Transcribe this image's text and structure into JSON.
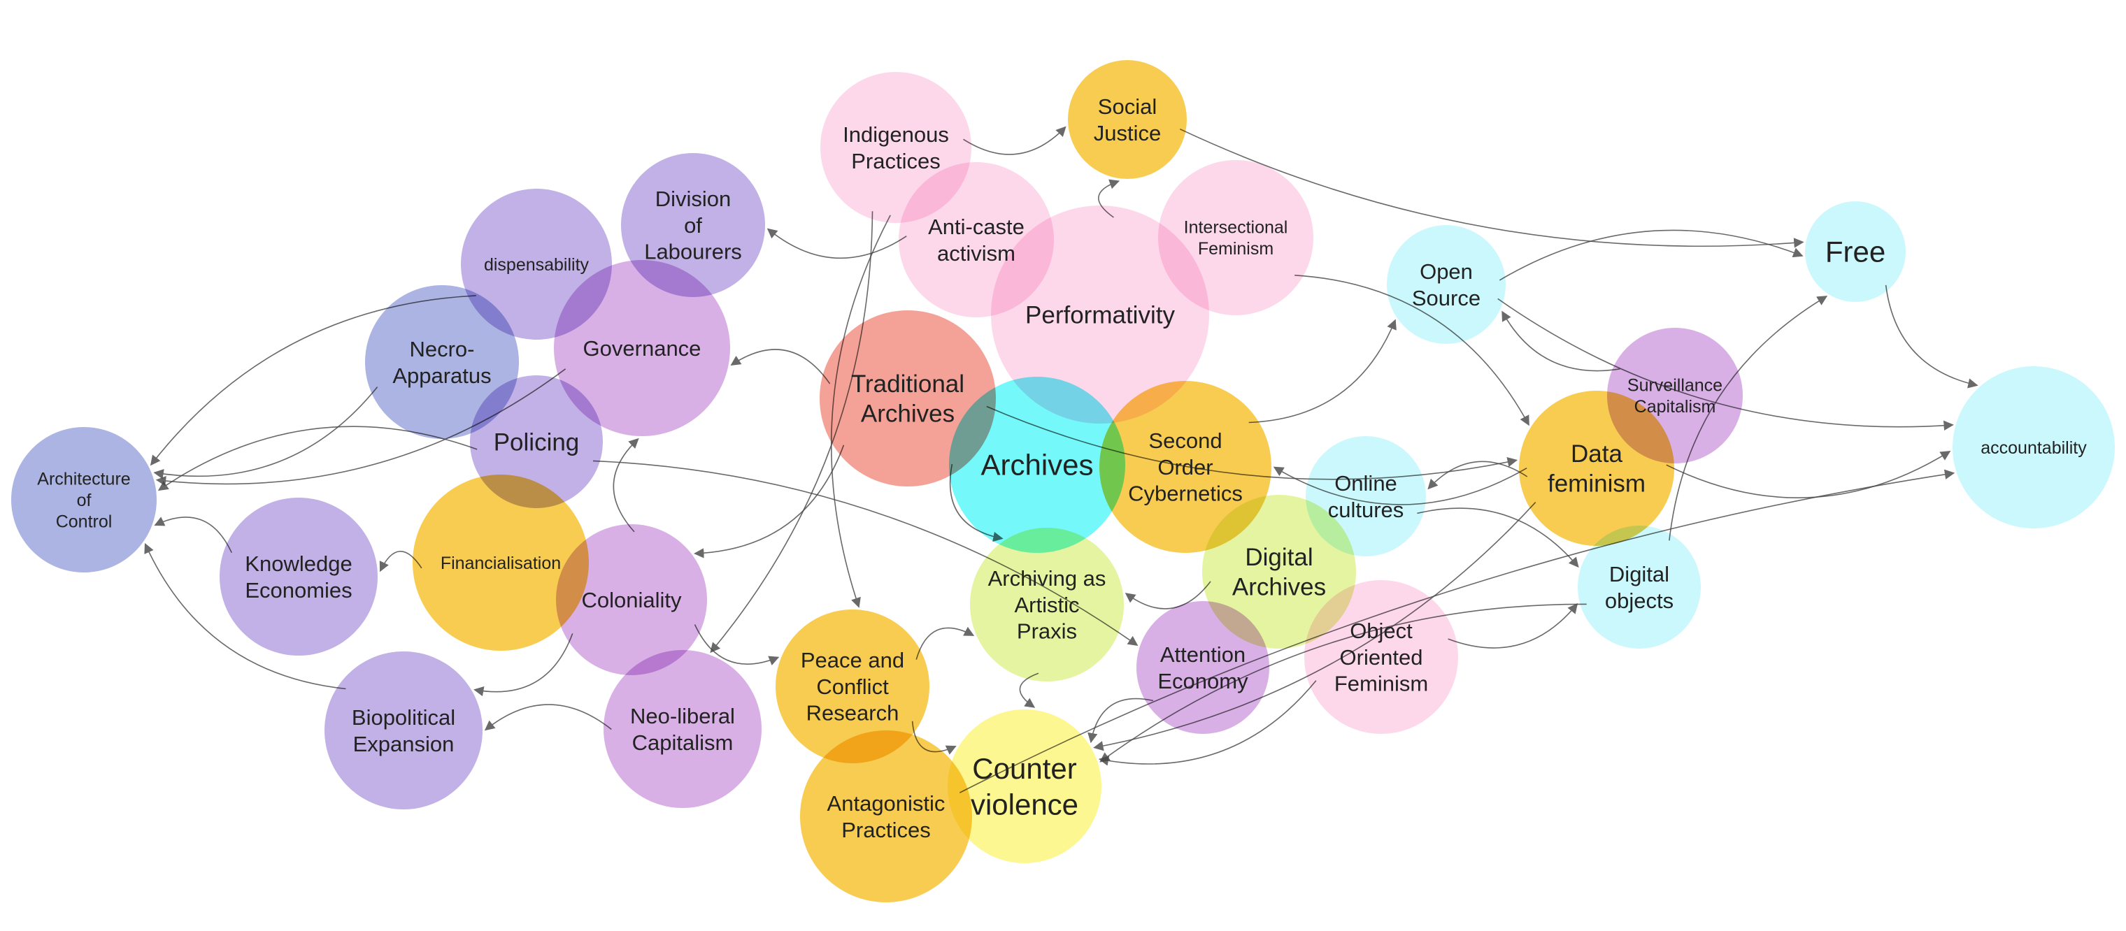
{
  "colors": {
    "purple": "#b3a0e0",
    "slate": "#9aa4dd",
    "violet": "#cf9fe0",
    "yellow": "#f7c12a",
    "pink": "#fcd0e6",
    "salmon": "#f28d80",
    "cyan": "#bff6fb",
    "bright_cyan": "#55f7f8",
    "lime": "#dff28c",
    "light_yellow": "#fdf57a",
    "edge": "#444444"
  },
  "nodes": [
    {
      "id": "architecture-of-control",
      "label": "Architecture of Control",
      "color": "slate",
      "size": "s"
    },
    {
      "id": "dispensability",
      "label": "dispensability",
      "color": "purple",
      "size": "s"
    },
    {
      "id": "division-of-labourers",
      "label": "Division of Labourers",
      "color": "purple",
      "size": "m"
    },
    {
      "id": "necro-apparatus",
      "label": "Necro-Apparatus",
      "color": "slate",
      "size": "m"
    },
    {
      "id": "governance",
      "label": "Governance",
      "color": "violet",
      "size": "m"
    },
    {
      "id": "policing",
      "label": "Policing",
      "color": "purple",
      "size": "l"
    },
    {
      "id": "knowledge-economies",
      "label": "Knowledge Economies",
      "color": "purple",
      "size": "m"
    },
    {
      "id": "financialisation",
      "label": "Financialisation",
      "color": "yellow",
      "size": "s"
    },
    {
      "id": "coloniality",
      "label": "Coloniality",
      "color": "violet",
      "size": "m"
    },
    {
      "id": "biopolitical-expansion",
      "label": "Biopolitical Expansion",
      "color": "purple",
      "size": "m"
    },
    {
      "id": "neo-liberal-capitalism",
      "label": "Neo-liberal Capitalism",
      "color": "violet",
      "size": "m"
    },
    {
      "id": "indigenous-practices",
      "label": "Indigenous Practices",
      "color": "pink",
      "size": "m"
    },
    {
      "id": "social-justice",
      "label": "Social Justice",
      "color": "yellow",
      "size": "m"
    },
    {
      "id": "anti-caste-activism",
      "label": "Anti-caste activism",
      "color": "pink",
      "size": "m"
    },
    {
      "id": "intersectional-feminism",
      "label": "Intersectional Feminism",
      "color": "pink",
      "size": "s"
    },
    {
      "id": "performativity",
      "label": "Performativity",
      "color": "pink",
      "size": "l"
    },
    {
      "id": "traditional-archives",
      "label": "Traditional Archives",
      "color": "salmon",
      "size": "l"
    },
    {
      "id": "archives",
      "label": "Archives",
      "color": "bright_cyan",
      "size": "xl"
    },
    {
      "id": "second-order-cybernetics",
      "label": "Second Order Cybernetics",
      "color": "yellow",
      "size": "m"
    },
    {
      "id": "archiving-as-artistic-praxis",
      "label": "Archiving as Artistic Praxis",
      "color": "lime",
      "size": "m"
    },
    {
      "id": "peace-and-conflict-research",
      "label": "Peace and Conflict Research",
      "color": "yellow",
      "size": "m"
    },
    {
      "id": "antagonistic-practices",
      "label": "Antagonistic Practices",
      "color": "yellow",
      "size": "m"
    },
    {
      "id": "counter-violence",
      "label": "Counter violence",
      "color": "light_yellow",
      "size": "xl"
    },
    {
      "id": "attention-economy",
      "label": "Attention Economy",
      "color": "violet",
      "size": "m"
    },
    {
      "id": "digital-archives",
      "label": "Digital Archives",
      "color": "lime",
      "size": "l"
    },
    {
      "id": "object-oriented-feminism",
      "label": "Object Oriented Feminism",
      "color": "pink",
      "size": "m"
    },
    {
      "id": "online-cultures",
      "label": "Online cultures",
      "color": "cyan",
      "size": "m"
    },
    {
      "id": "open-source",
      "label": "Open Source",
      "color": "cyan",
      "size": "m"
    },
    {
      "id": "free",
      "label": "Free",
      "color": "cyan",
      "size": "xl"
    },
    {
      "id": "surveillance-capitalism",
      "label": "Surveillance Capitalism",
      "color": "violet",
      "size": "s"
    },
    {
      "id": "data-feminism",
      "label": "Data feminism",
      "color": "yellow",
      "size": "l"
    },
    {
      "id": "digital-objects",
      "label": "Digital objects",
      "color": "cyan",
      "size": "m"
    },
    {
      "id": "accountability",
      "label": "accountability",
      "color": "cyan",
      "size": "s"
    }
  ],
  "edges": [
    [
      "dispensability",
      "architecture-of-control"
    ],
    [
      "necro-apparatus",
      "architecture-of-control"
    ],
    [
      "policing",
      "architecture-of-control"
    ],
    [
      "governance",
      "architecture-of-control"
    ],
    [
      "knowledge-economies",
      "architecture-of-control"
    ],
    [
      "biopolitical-expansion",
      "architecture-of-control"
    ],
    [
      "financialisation",
      "knowledge-economies"
    ],
    [
      "coloniality",
      "biopolitical-expansion"
    ],
    [
      "neo-liberal-capitalism",
      "biopolitical-expansion"
    ],
    [
      "coloniality",
      "governance"
    ],
    [
      "traditional-archives",
      "governance"
    ],
    [
      "traditional-archives",
      "coloniality"
    ],
    [
      "traditional-archives",
      "archiving-as-artistic-praxis"
    ],
    [
      "anti-caste-activism",
      "division-of-labourers"
    ],
    [
      "indigenous-practices",
      "social-justice"
    ],
    [
      "indigenous-practices",
      "neo-liberal-capitalism"
    ],
    [
      "indigenous-practices",
      "peace-and-conflict-research"
    ],
    [
      "performativity",
      "social-justice"
    ],
    [
      "social-justice",
      "free"
    ],
    [
      "intersectional-feminism",
      "data-feminism"
    ],
    [
      "coloniality",
      "peace-and-conflict-research"
    ],
    [
      "peace-and-conflict-research",
      "archiving-as-artistic-praxis"
    ],
    [
      "peace-and-conflict-research",
      "counter-violence"
    ],
    [
      "policing",
      "attention-economy"
    ],
    [
      "archiving-as-artistic-praxis",
      "counter-violence"
    ],
    [
      "digital-archives",
      "archiving-as-artistic-praxis"
    ],
    [
      "attention-economy",
      "counter-violence"
    ],
    [
      "object-oriented-feminism",
      "counter-violence"
    ],
    [
      "digital-objects",
      "counter-violence"
    ],
    [
      "data-feminism",
      "counter-violence"
    ],
    [
      "second-order-cybernetics",
      "open-source"
    ],
    [
      "data-feminism",
      "second-order-cybernetics"
    ],
    [
      "data-feminism",
      "online-cultures"
    ],
    [
      "online-cultures",
      "digital-objects"
    ],
    [
      "object-oriented-feminism",
      "digital-objects"
    ],
    [
      "open-source",
      "free"
    ],
    [
      "open-source",
      "accountability"
    ],
    [
      "surveillance-capitalism",
      "open-source"
    ],
    [
      "traditional-archives",
      "data-feminism"
    ],
    [
      "digital-objects",
      "free"
    ],
    [
      "data-feminism",
      "accountability"
    ],
    [
      "antagonistic-practices",
      "accountability"
    ],
    [
      "free",
      "accountability"
    ]
  ]
}
